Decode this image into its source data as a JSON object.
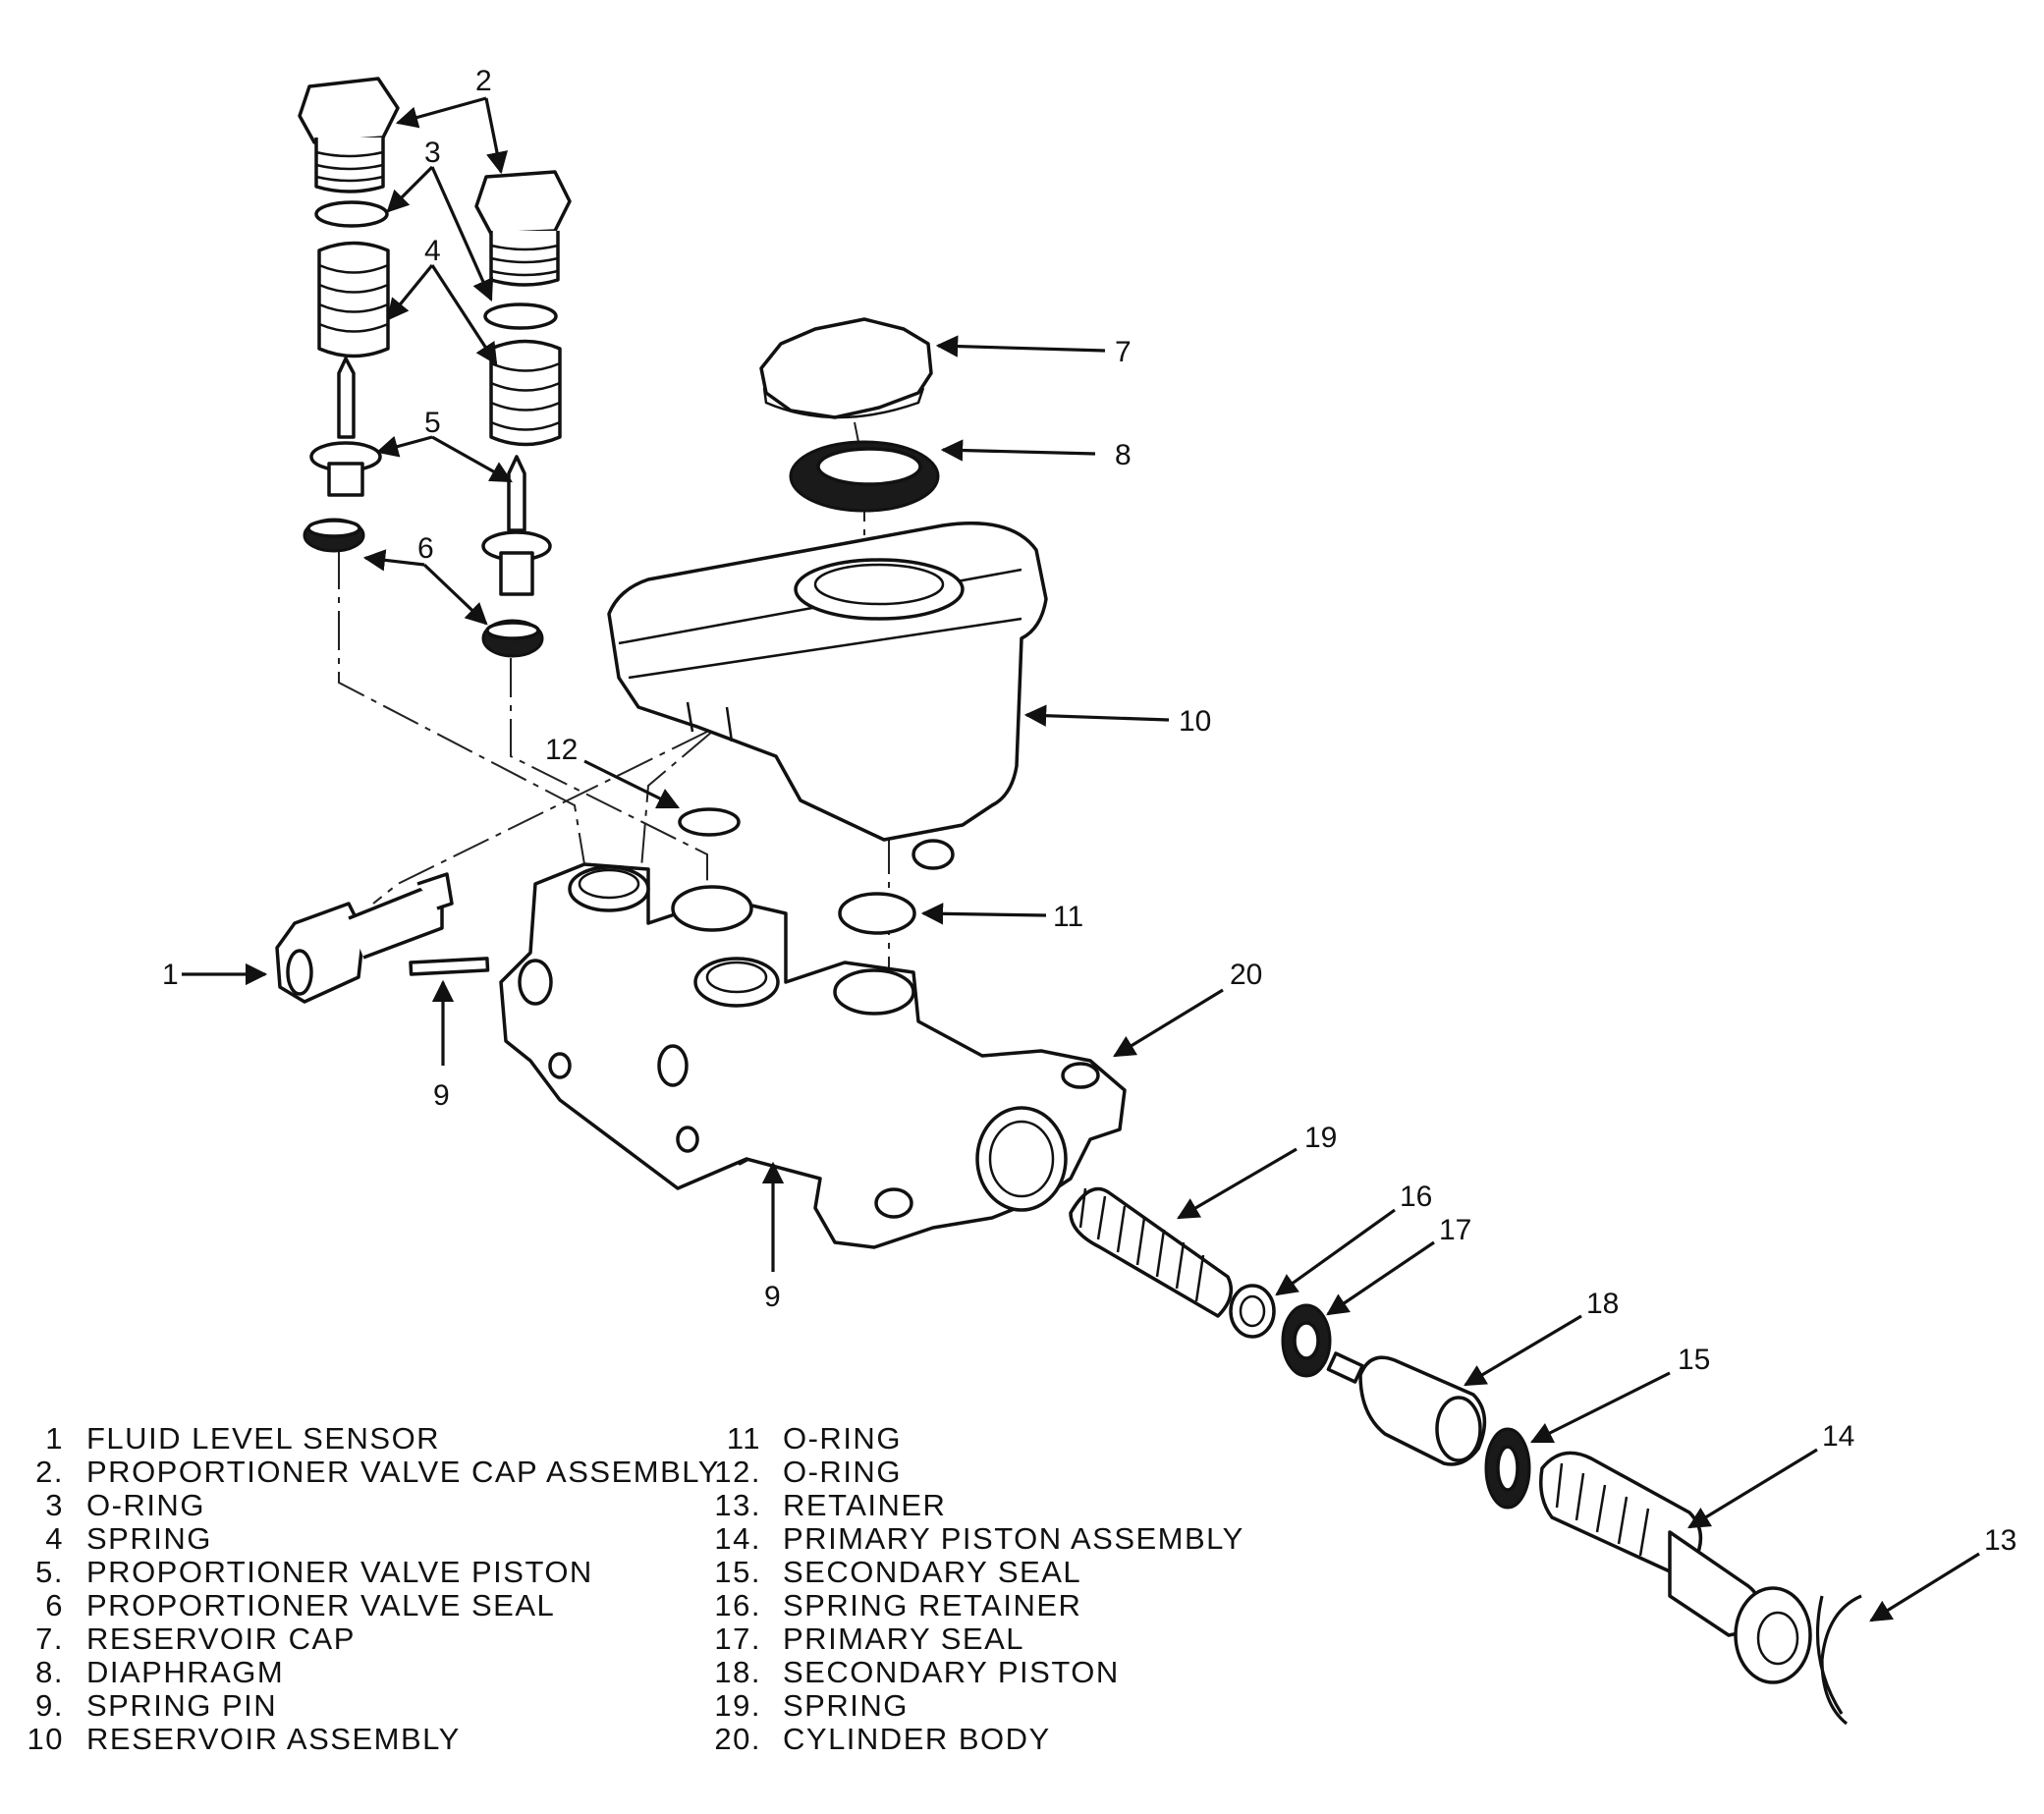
{
  "callouts": {
    "c1": "1",
    "c2": "2",
    "c3": "3",
    "c4": "4",
    "c5": "5",
    "c6": "6",
    "c7": "7",
    "c8": "8",
    "c9a": "9",
    "c9b": "9",
    "c10": "10",
    "c11": "11",
    "c12": "12",
    "c13": "13",
    "c14": "14",
    "c15": "15",
    "c16": "16",
    "c17": "17",
    "c18": "18",
    "c19": "19",
    "c20": "20"
  },
  "legend": [
    {
      "num": "1",
      "label": "FLUID LEVEL SENSOR"
    },
    {
      "num": "2.",
      "label": "PROPORTIONER VALVE CAP ASSEMBLY"
    },
    {
      "num": "3",
      "label": "O-RING"
    },
    {
      "num": "4",
      "label": "SPRING"
    },
    {
      "num": "5.",
      "label": "PROPORTIONER VALVE PISTON"
    },
    {
      "num": "6",
      "label": "PROPORTIONER VALVE SEAL"
    },
    {
      "num": "7.",
      "label": "RESERVOIR CAP"
    },
    {
      "num": "8.",
      "label": "DIAPHRAGM"
    },
    {
      "num": "9.",
      "label": "SPRING PIN"
    },
    {
      "num": "10",
      "label": "RESERVOIR ASSEMBLY"
    },
    {
      "num": "11",
      "label": "O-RING"
    },
    {
      "num": "12.",
      "label": "O-RING"
    },
    {
      "num": "13.",
      "label": "RETAINER"
    },
    {
      "num": "14.",
      "label": "PRIMARY PISTON ASSEMBLY"
    },
    {
      "num": "15.",
      "label": "SECONDARY SEAL"
    },
    {
      "num": "16.",
      "label": "SPRING RETAINER"
    },
    {
      "num": "17.",
      "label": "PRIMARY SEAL"
    },
    {
      "num": "18.",
      "label": "SECONDARY PISTON"
    },
    {
      "num": "19.",
      "label": "SPRING"
    },
    {
      "num": "20.",
      "label": "CYLINDER BODY"
    }
  ]
}
